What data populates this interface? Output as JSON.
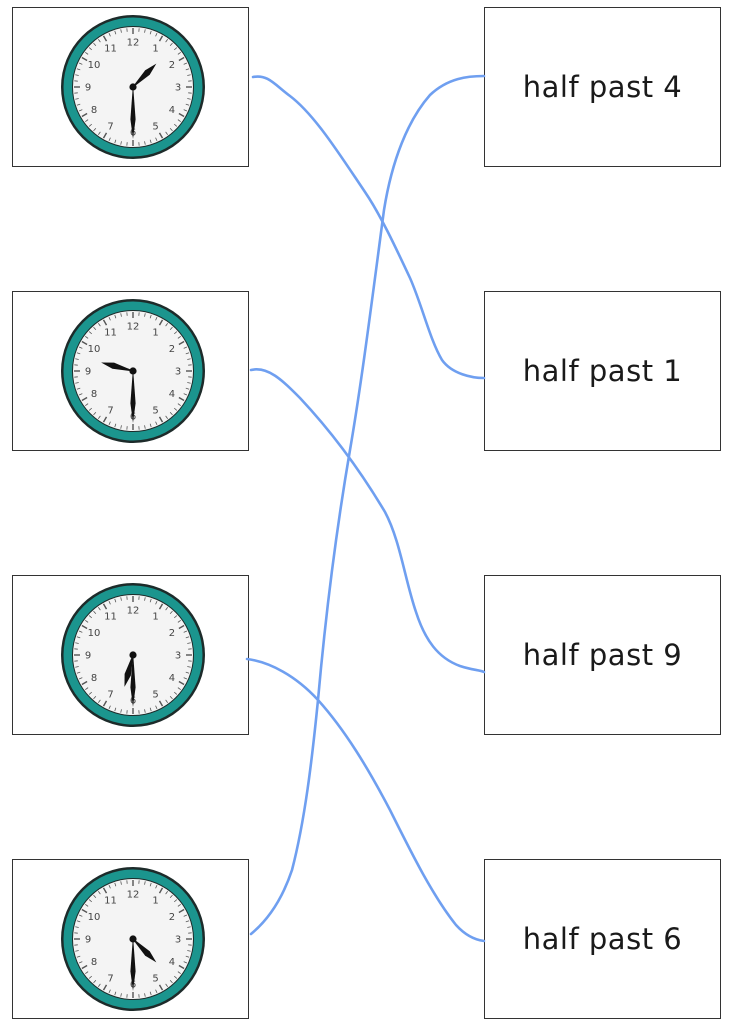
{
  "clocks": [
    {
      "hour": 1,
      "minute": 30
    },
    {
      "hour": 9,
      "minute": 30
    },
    {
      "hour": 6,
      "minute": 30
    },
    {
      "hour": 4,
      "minute": 30
    }
  ],
  "labels": [
    "half past 4",
    "half past 1",
    "half past 9",
    "half past 6"
  ],
  "clock_numerals": [
    "12",
    "1",
    "2",
    "3",
    "4",
    "5",
    "6",
    "7",
    "8",
    "9",
    "10",
    "11"
  ],
  "connections": [
    {
      "from_clock": 1,
      "to_label": 2
    },
    {
      "from_clock": 2,
      "to_label": 3
    },
    {
      "from_clock": 3,
      "to_label": 4
    },
    {
      "from_clock": 4,
      "to_label": 1
    }
  ],
  "colors": {
    "clock_rim": "#1b958e",
    "clock_rim_outline": "#1d2b2a",
    "clock_face": "#f4f4f4",
    "hands": "#111111",
    "connector_line": "#6f9ff0"
  }
}
